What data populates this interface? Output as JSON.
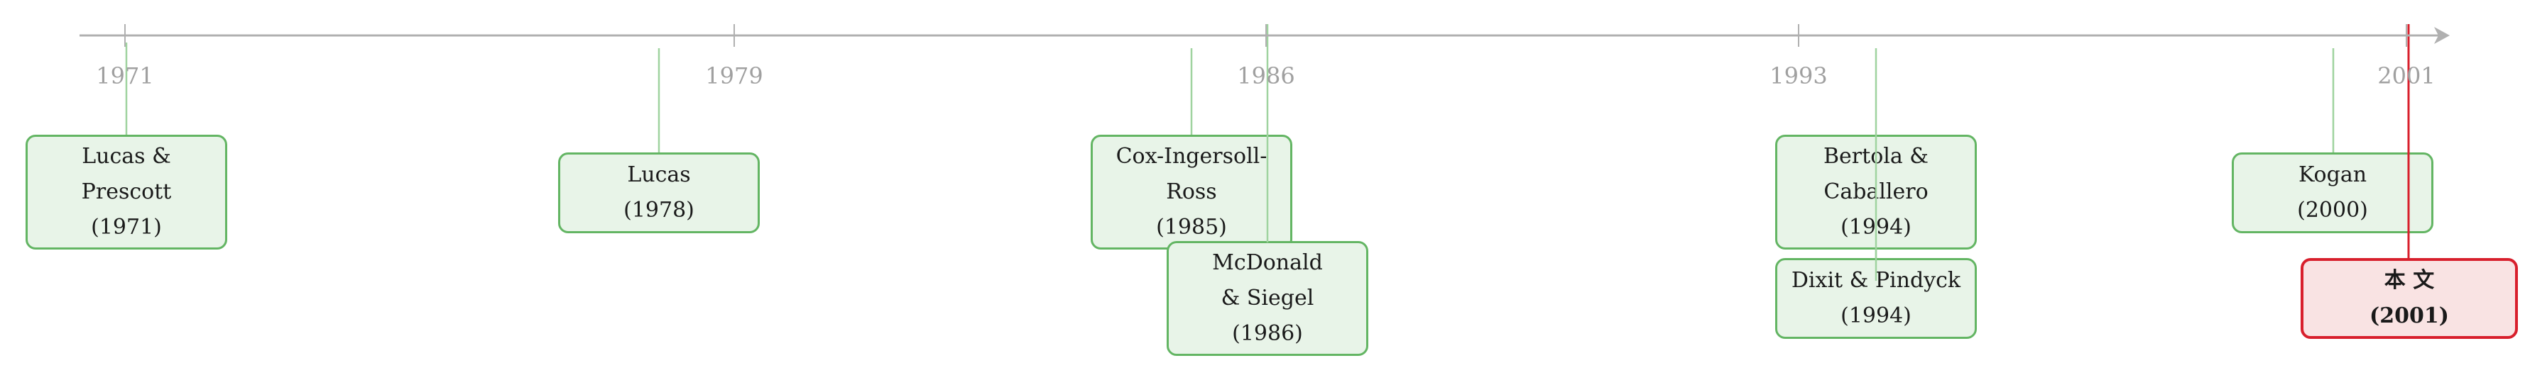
{
  "timeline": {
    "ticks": [
      "1971",
      "1979",
      "1986",
      "1993",
      "2001"
    ],
    "events": [
      {
        "lines": [
          "Lucas &",
          "Prescott",
          "(1971)"
        ],
        "year": 1971
      },
      {
        "lines": [
          "Lucas",
          "(1978)"
        ],
        "year": 1978
      },
      {
        "lines": [
          "Cox-Ingersoll-",
          "Ross",
          "(1985)"
        ],
        "year": 1985
      },
      {
        "lines": [
          "McDonald",
          "& Siegel",
          "(1986)"
        ],
        "year": 1986
      },
      {
        "lines": [
          "Bertola &",
          "Caballero",
          "(1994)"
        ],
        "year": 1994
      },
      {
        "lines": [
          "Dixit & Pindyck",
          "(1994)"
        ],
        "year": 1994
      },
      {
        "lines": [
          "Kogan",
          "(2000)"
        ],
        "year": 2000
      },
      {
        "lines": [
          "本 文",
          "(2001)"
        ],
        "year": 2001,
        "highlight": true
      }
    ],
    "colors": {
      "axis": "#b0b0b0",
      "connector": "#9fd39f",
      "card_fill": "#e8f4e8",
      "card_border": "#63b563",
      "highlight_fill": "#f9e3e3",
      "highlight_border": "#d81f2c"
    }
  }
}
